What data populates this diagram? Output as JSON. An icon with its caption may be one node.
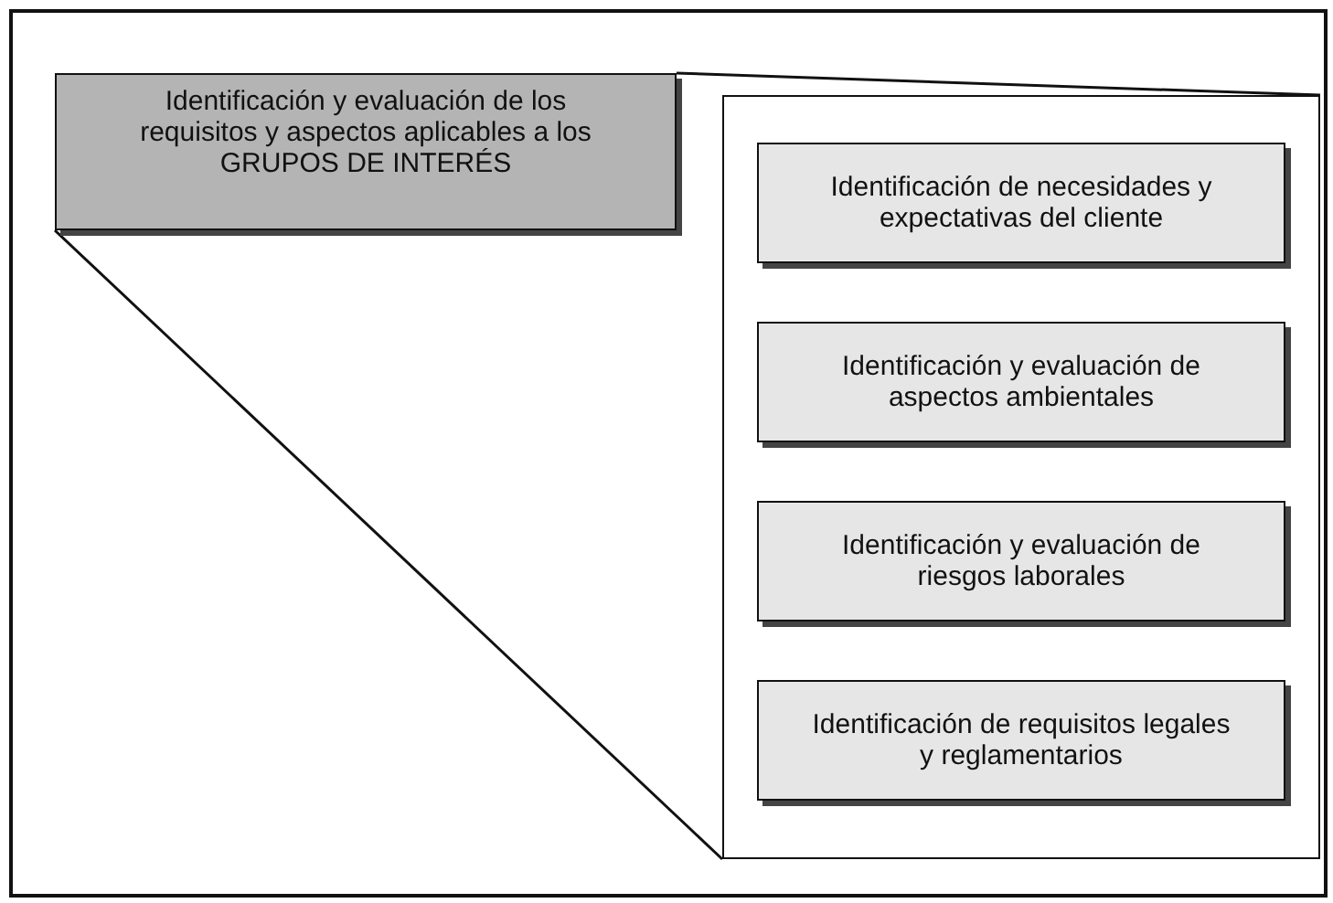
{
  "diagram": {
    "nodes": [
      {
        "text": [
          "Identificación y evaluación de los requisitos y aspectos aplicables a los GRUPOS DE INTERÉS"
        ]
      },
      {
        "text": [],
        "shape": "box"
      },
      {
        "text": [
          "Identificación de necesidades y expectativas del cliente"
        ],
        "in": 1
      },
      {
        "text": [
          "Identificación y evaluación de aspectos ambientales"
        ],
        "in": 1
      },
      {
        "text": [
          "Identificación y evaluación de riesgos laborales"
        ],
        "in": 1
      },
      {
        "text": [
          "Identificación de requisitos legales y reglamentarios"
        ],
        "in": 1
      }
    ],
    "edges": [
      {
        "from": 0,
        "to": 1,
        "arrow": "none"
      },
      {
        "from": 0,
        "to": 1,
        "arrow": "none"
      }
    ]
  }
}
